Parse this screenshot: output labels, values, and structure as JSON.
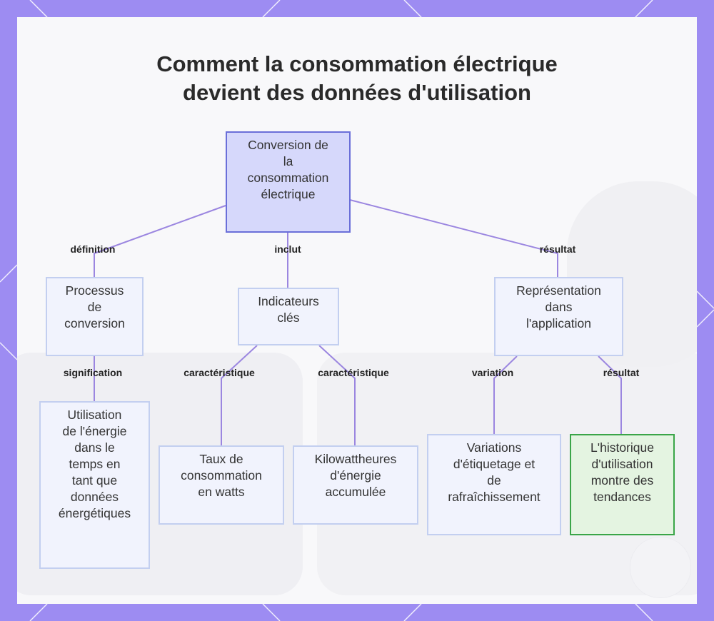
{
  "title_lines": [
    "Comment la consommation électrique",
    "devient des données d'utilisation"
  ],
  "colors": {
    "frame": "#9d8cf2",
    "root_fill": "#d6d8fb",
    "root_border": "#6a6fd9",
    "node_fill": "#f1f3fd",
    "node_border": "#c3cff0",
    "highlight_fill": "#e4f4e1",
    "highlight_border": "#3aa548",
    "edge": "#9b86e0"
  },
  "nodes": {
    "root": [
      "Conversion de",
      "la",
      "consommation",
      "électrique"
    ],
    "processus": [
      "Processus",
      "de",
      "conversion"
    ],
    "indicateurs": [
      "Indicateurs",
      "clés"
    ],
    "representation": [
      "Représentation",
      "dans",
      "l'application"
    ],
    "utilisation": [
      "Utilisation",
      "de l'énergie",
      "dans le",
      "temps en",
      "tant que",
      "données",
      "énergétiques"
    ],
    "taux": [
      "Taux de",
      "consommation",
      "en watts"
    ],
    "kwh": [
      "Kilowattheures",
      "d'énergie",
      "accumulée"
    ],
    "variations": [
      "Variations",
      "d'étiquetage et",
      "de",
      "rafraîchissement"
    ],
    "historique": [
      "L'historique",
      "d'utilisation",
      "montre des",
      "tendances"
    ]
  },
  "edge_labels": {
    "definition": "définition",
    "inclut": "inclut",
    "resultat_1": "résultat",
    "signification": "signification",
    "caracteristique_1": "caractéristique",
    "caracteristique_2": "caractéristique",
    "variation": "variation",
    "resultat_2": "résultat"
  }
}
